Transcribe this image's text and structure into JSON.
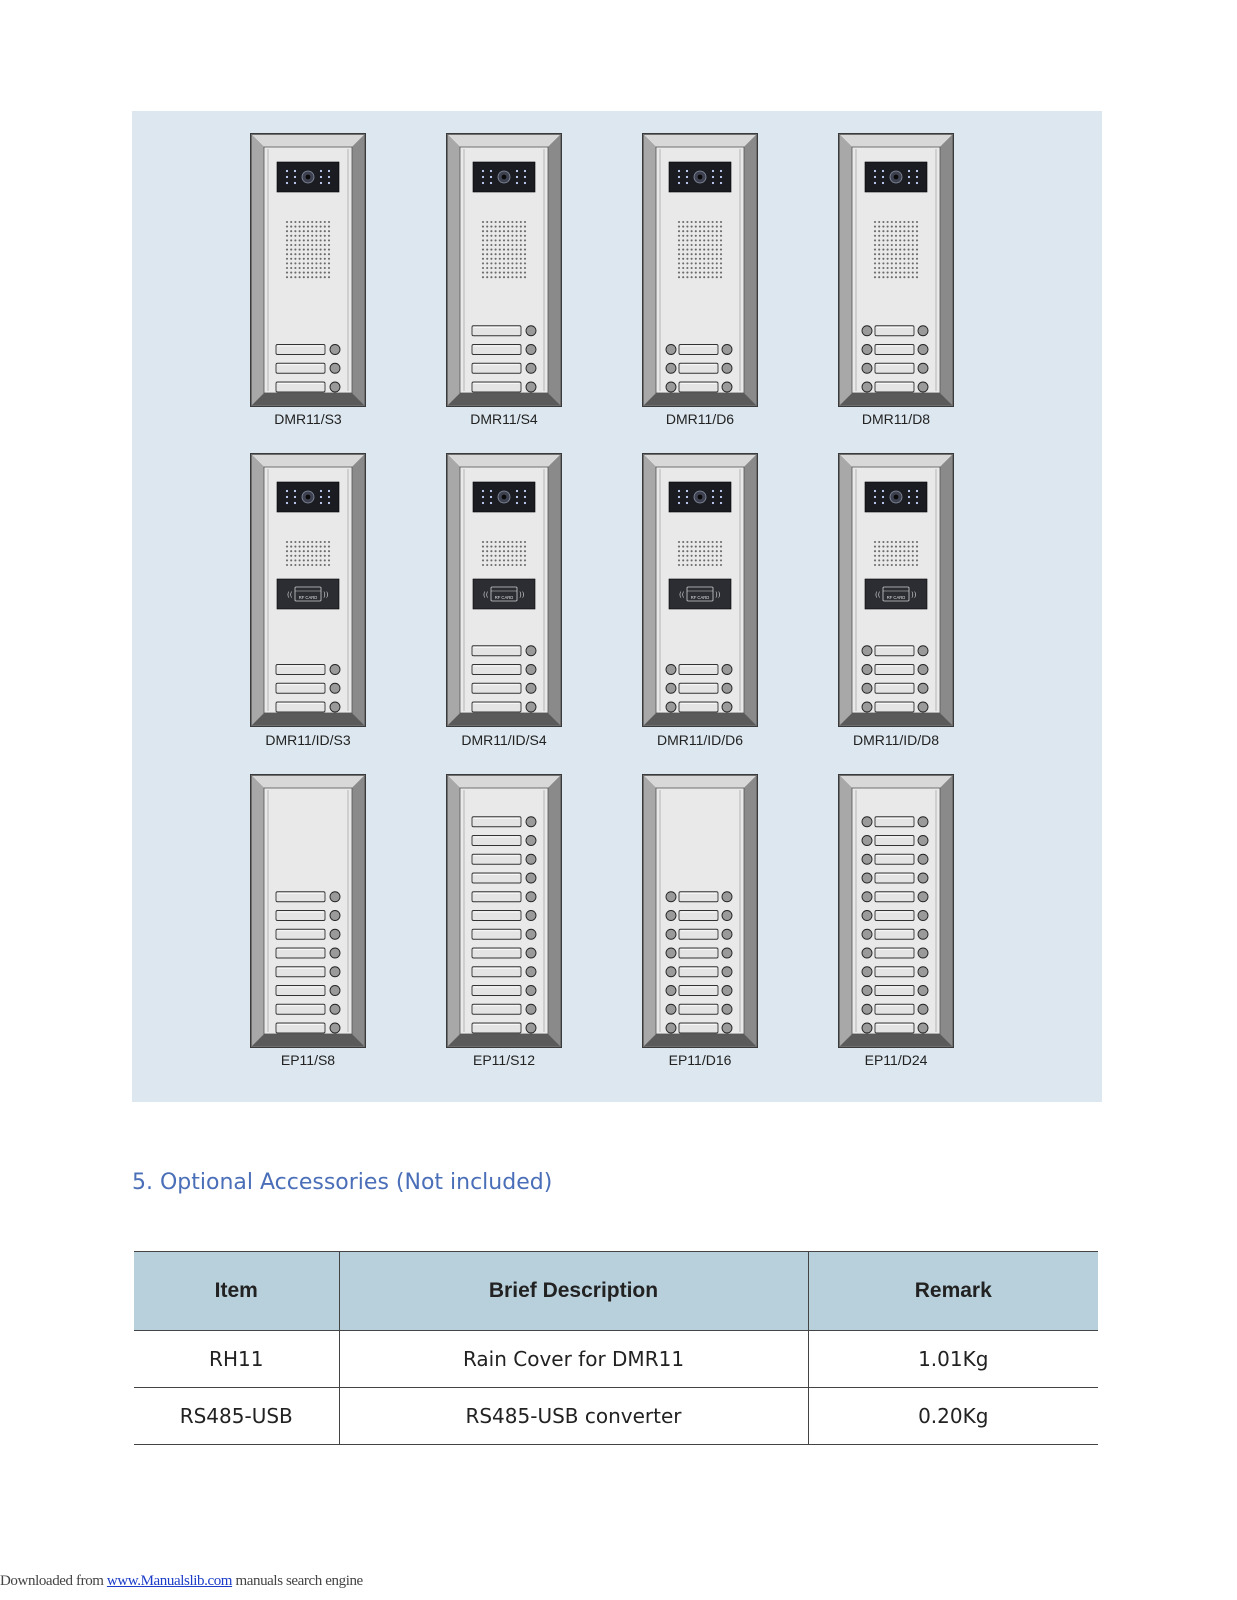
{
  "gallery": {
    "panels": [
      {
        "model": "DMR11/S3",
        "camera": true,
        "card": false,
        "rows": 3,
        "start": 10,
        "double": false
      },
      {
        "model": "DMR11/S4",
        "camera": true,
        "card": false,
        "rows": 4,
        "start": 9,
        "double": false
      },
      {
        "model": "DMR11/D6",
        "camera": true,
        "card": false,
        "rows": 3,
        "start": 10,
        "double": true
      },
      {
        "model": "DMR11/D8",
        "camera": true,
        "card": false,
        "rows": 4,
        "start": 9,
        "double": true
      },
      {
        "model": "DMR11/ID/S3",
        "camera": true,
        "card": true,
        "rows": 3,
        "start": 10,
        "double": false
      },
      {
        "model": "DMR11/ID/S4",
        "camera": true,
        "card": true,
        "rows": 4,
        "start": 9,
        "double": false
      },
      {
        "model": "DMR11/ID/D6",
        "camera": true,
        "card": true,
        "rows": 3,
        "start": 10,
        "double": true
      },
      {
        "model": "DMR11/ID/D8",
        "camera": true,
        "card": true,
        "rows": 4,
        "start": 9,
        "double": true
      },
      {
        "model": "EP11/S8",
        "camera": false,
        "card": false,
        "rows": 8,
        "start": 5,
        "double": false
      },
      {
        "model": "EP11/S12",
        "camera": false,
        "card": false,
        "rows": 12,
        "start": 1,
        "double": false
      },
      {
        "model": "EP11/D16",
        "camera": false,
        "card": false,
        "rows": 8,
        "start": 5,
        "double": true
      },
      {
        "model": "EP11/D24",
        "camera": false,
        "card": false,
        "rows": 12,
        "start": 1,
        "double": true
      }
    ],
    "card_text": "RF CARD"
  },
  "section": {
    "title": "5. Optional Accessories (Not included)"
  },
  "table": {
    "headers": [
      "Item",
      "Brief Description",
      "Remark"
    ],
    "rows": [
      [
        "RH11",
        "Rain Cover for DMR11",
        "1.01Kg"
      ],
      [
        "RS485-USB",
        "RS485-USB converter",
        "0.20Kg"
      ]
    ]
  },
  "footer": {
    "prefix": "Downloaded from",
    "link": "www.Manualslib.com",
    "suffix": "manuals search engine"
  },
  "colors": {
    "background": "#dce7ef",
    "heading": "#4a6fb8",
    "table_header": "#b8d0dc",
    "link": "#1a3cc8"
  }
}
